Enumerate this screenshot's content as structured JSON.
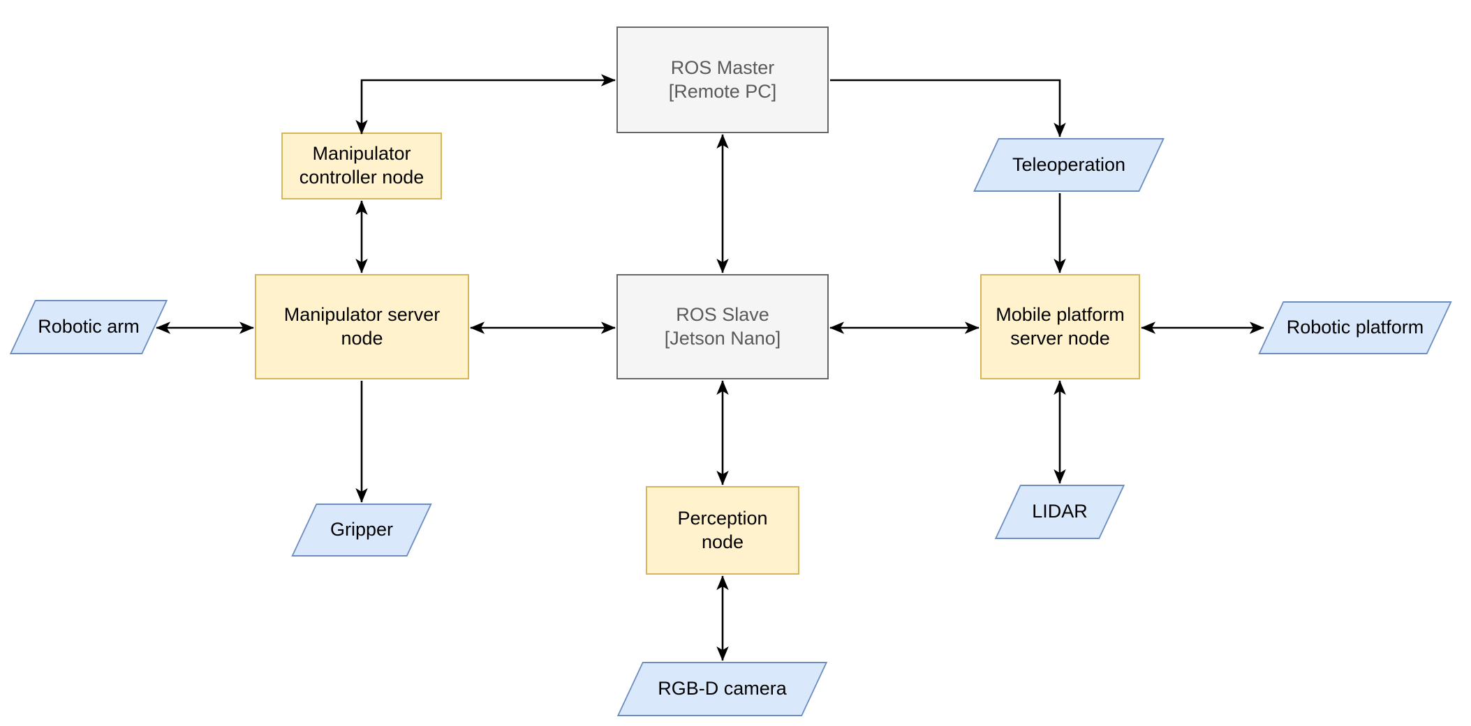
{
  "diagram": {
    "type": "flowchart",
    "palette": {
      "process_fill": "#FFF2CC",
      "process_stroke": "#D6B656",
      "master_fill": "#F5F5F5",
      "master_stroke": "#666666",
      "master_text": "#595959",
      "io_fill": "#DAE8FC",
      "io_stroke": "#6C8EBF",
      "arrow": "#000000"
    },
    "nodes": {
      "ros_master": {
        "label": "ROS Master\n[Remote PC]",
        "shape": "rectangle",
        "role": "master"
      },
      "manipulator_controller": {
        "label": "Manipulator\ncontroller node",
        "shape": "rectangle",
        "role": "node"
      },
      "manipulator_server": {
        "label": "Manipulator server\nnode",
        "shape": "rectangle",
        "role": "node"
      },
      "ros_slave": {
        "label": "ROS Slave\n[Jetson Nano]",
        "shape": "rectangle",
        "role": "master"
      },
      "mobile_platform_server": {
        "label": "Mobile platform\nserver node",
        "shape": "rectangle",
        "role": "node"
      },
      "perception": {
        "label": "Perception\nnode",
        "shape": "rectangle",
        "role": "node"
      },
      "teleoperation": {
        "label": "Teleoperation",
        "shape": "parallelogram",
        "role": "io"
      },
      "robotic_arm": {
        "label": "Robotic arm",
        "shape": "parallelogram",
        "role": "io"
      },
      "robotic_platform": {
        "label": "Robotic platform",
        "shape": "parallelogram",
        "role": "io"
      },
      "gripper": {
        "label": "Gripper",
        "shape": "parallelogram",
        "role": "io"
      },
      "lidar": {
        "label": "LIDAR",
        "shape": "parallelogram",
        "role": "io"
      },
      "rgbd_camera": {
        "label": "RGB-D camera",
        "shape": "parallelogram",
        "role": "io"
      }
    },
    "edges": [
      {
        "from": "manipulator_controller",
        "to": "ros_master",
        "bidirectional": true
      },
      {
        "from": "ros_master",
        "to": "teleoperation",
        "bidirectional": false
      },
      {
        "from": "ros_master",
        "to": "ros_slave",
        "bidirectional": true
      },
      {
        "from": "manipulator_controller",
        "to": "manipulator_server",
        "bidirectional": true
      },
      {
        "from": "robotic_arm",
        "to": "manipulator_server",
        "bidirectional": true
      },
      {
        "from": "manipulator_server",
        "to": "ros_slave",
        "bidirectional": true
      },
      {
        "from": "manipulator_server",
        "to": "gripper",
        "bidirectional": false
      },
      {
        "from": "ros_slave",
        "to": "mobile_platform_server",
        "bidirectional": true
      },
      {
        "from": "ros_slave",
        "to": "perception",
        "bidirectional": true
      },
      {
        "from": "perception",
        "to": "rgbd_camera",
        "bidirectional": true
      },
      {
        "from": "teleoperation",
        "to": "mobile_platform_server",
        "bidirectional": false
      },
      {
        "from": "mobile_platform_server",
        "to": "lidar",
        "bidirectional": true
      },
      {
        "from": "mobile_platform_server",
        "to": "robotic_platform",
        "bidirectional": true
      }
    ]
  }
}
